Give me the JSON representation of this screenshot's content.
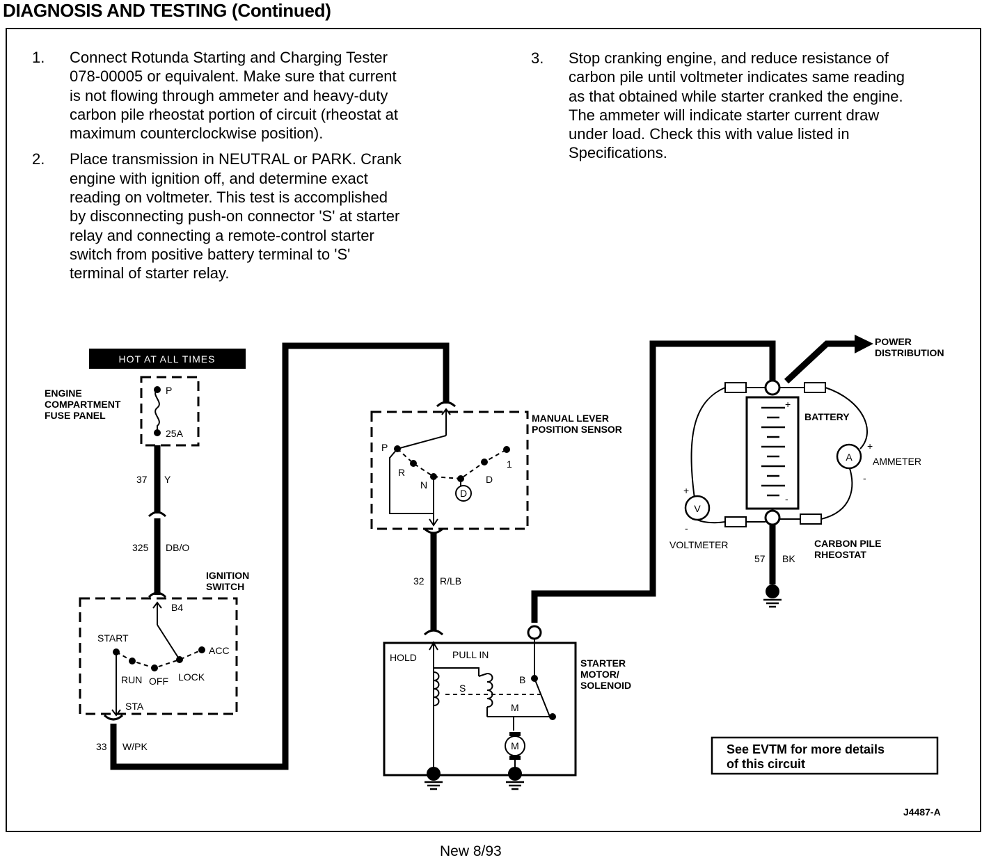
{
  "header": {
    "title": "DIAGNOSIS AND TESTING (Continued)"
  },
  "steps": [
    {
      "num": "1.",
      "text": "Connect Rotunda Starting and Charging Tester\n078-00005 or equivalent. Make sure that current\nis not flowing through ammeter and heavy-duty\ncarbon pile rheostat portion of circuit (rheostat at\nmaximum counterclockwise position)."
    },
    {
      "num": "2.",
      "text": "Place transmission in NEUTRAL or PARK. Crank\nengine with ignition off, and determine exact\nreading on voltmeter. This test is accomplished\nby disconnecting push-on connector 'S' at starter\nrelay and connecting a remote-control starter\nswitch from positive battery terminal to 'S'\nterminal of starter relay."
    },
    {
      "num": "3.",
      "text": "Stop cranking engine, and reduce resistance of\ncarbon pile until voltmeter indicates same reading\nas that obtained while starter cranked the engine.\nThe ammeter will indicate starter current draw\nunder load. Check this with value listed in\nSpecifications."
    }
  ],
  "diagram": {
    "hot_at_all_times": "HOT AT ALL TIMES",
    "fuse_panel": [
      "ENGINE",
      "COMPARTMENT",
      "FUSE PANEL"
    ],
    "fuse_p": "P",
    "fuse_rating": "25A",
    "wire_37": "37",
    "wire_37_color": "Y",
    "wire_325": "325",
    "wire_325_color": "DB/O",
    "ignition_switch": [
      "IGNITION",
      "SWITCH"
    ],
    "ign_b4": "B4",
    "ign_start": "START",
    "ign_acc": "ACC",
    "ign_run": "RUN",
    "ign_off": "OFF",
    "ign_lock": "LOCK",
    "ign_sta": "STA",
    "wire_33": "33",
    "wire_33_color": "W/PK",
    "mlps": [
      "MANUAL LEVER",
      "POSITION SENSOR"
    ],
    "mlps_p": "P",
    "mlps_r": "R",
    "mlps_n": "N",
    "mlps_od": "D",
    "mlps_d": "D",
    "mlps_1": "1",
    "wire_32": "32",
    "wire_32_color": "R/LB",
    "starter": [
      "STARTER",
      "MOTOR/",
      "SOLENOID"
    ],
    "starter_hold": "HOLD",
    "starter_pull_in": "PULL IN",
    "starter_s": "S",
    "starter_b": "B",
    "starter_m": "M",
    "motor_m": "M",
    "power_distribution": [
      "POWER",
      "DISTRIBUTION"
    ],
    "battery": "BATTERY",
    "ammeter": "AMMETER",
    "ammeter_symbol": "A",
    "voltmeter": "VOLTMETER",
    "voltmeter_symbol": "V",
    "carbon_pile": [
      "CARBON PILE",
      "RHEOSTAT"
    ],
    "wire_57": "57",
    "wire_57_color": "BK",
    "plus": "+",
    "minus": "-",
    "note": [
      "See EVTM for more details",
      "of this circuit"
    ],
    "figure_id": "J4487-A"
  },
  "footer": {
    "date": "New 8/93"
  }
}
